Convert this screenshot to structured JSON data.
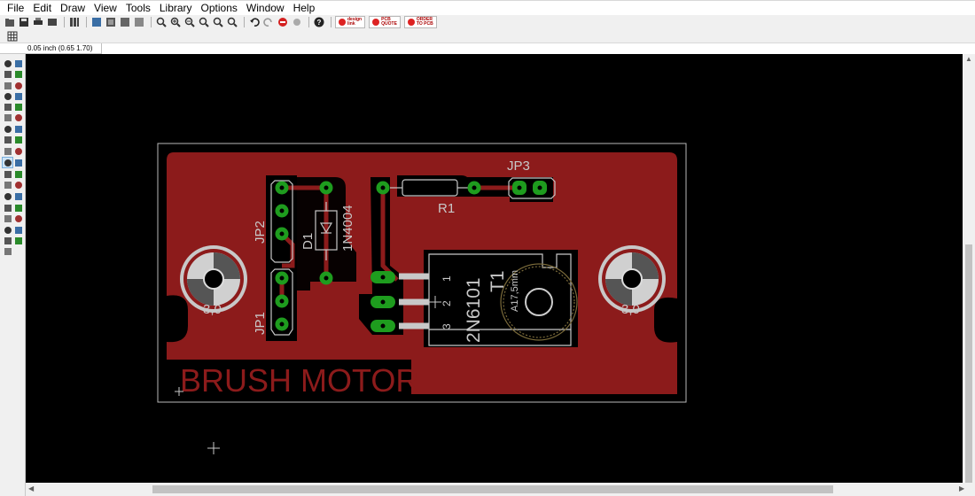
{
  "menu": {
    "items": [
      "File",
      "Edit",
      "Draw",
      "View",
      "Tools",
      "Library",
      "Options",
      "Window",
      "Help"
    ]
  },
  "toolbar": {
    "logo_buttons": [
      {
        "name": "designlink",
        "line1": "design",
        "line2": "link"
      },
      {
        "name": "pcb-quote",
        "line1": "PCB",
        "line2": "QUOTE"
      },
      {
        "name": "order-pcb",
        "line1": "ORDER",
        "line2": "TO PCB"
      }
    ]
  },
  "status": {
    "coordinate": "0.05 inch (0.65 1.70)",
    "command_value": ""
  },
  "board": {
    "text_brush": "BRUSH MOTOR",
    "jp1": "JP1",
    "jp2": "JP2",
    "jp3": "JP3",
    "d1": "D1",
    "d1_value": "1N4004",
    "r1": "R1",
    "t1": "T1",
    "t1_value": "2N6101",
    "heatsink": "A17,5mm",
    "hole_left": "3,0",
    "hole_right": "3,0",
    "pin1": "1",
    "pin2": "2",
    "pin3": "3"
  },
  "colors": {
    "board_fill": "#8c1b1b",
    "pad_green": "#1e9c1e",
    "silk": "#c8c8c8",
    "outline": "#b8b8b8",
    "canvas": "#000000"
  }
}
